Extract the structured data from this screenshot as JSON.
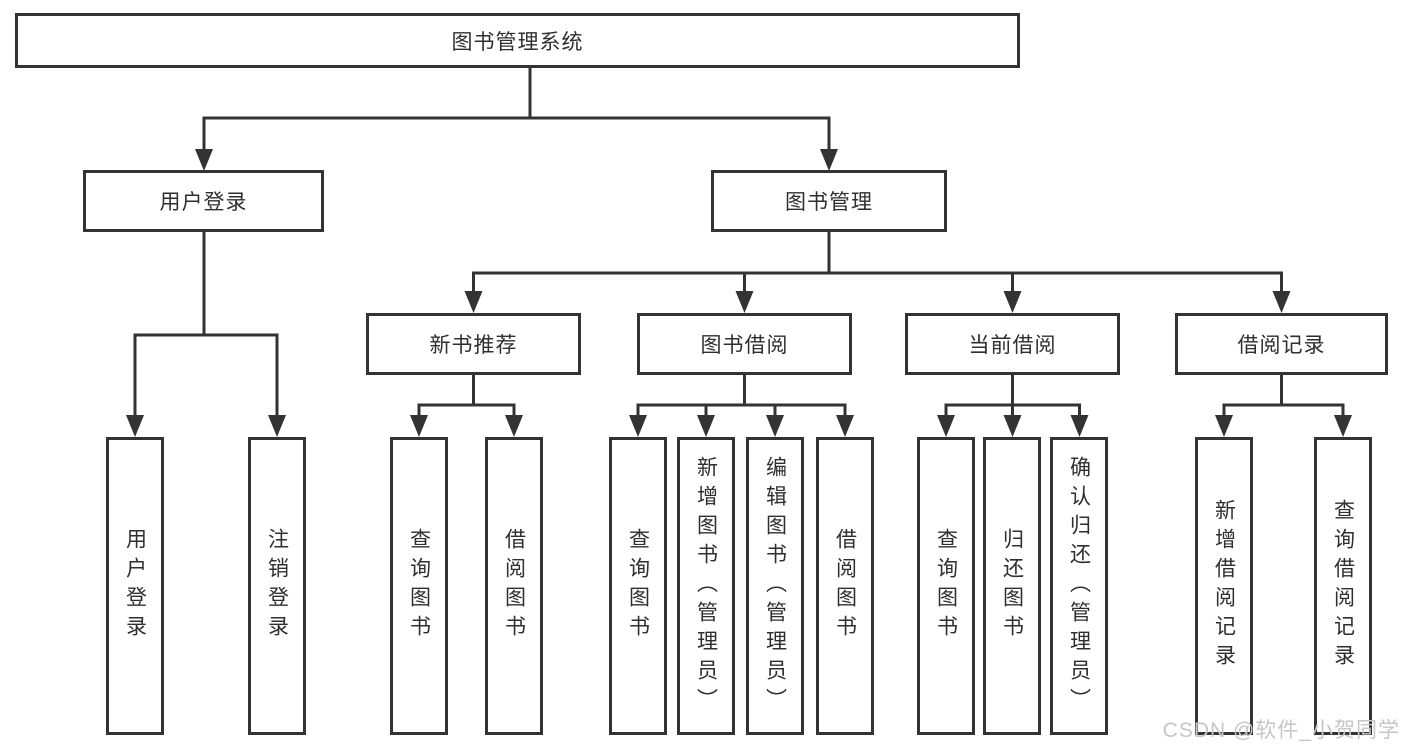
{
  "colors": {
    "line": "#333333",
    "text": "#2f2f2f",
    "background": "#ffffff",
    "watermark": "#c6c6ca"
  },
  "diagram": {
    "title": "图书管理系统",
    "root": {
      "label": "图书管理系统"
    },
    "level2": [
      {
        "label": "用户登录"
      },
      {
        "label": "图书管理"
      }
    ],
    "level3": [
      {
        "label": "新书推荐"
      },
      {
        "label": "图书借阅"
      },
      {
        "label": "当前借阅"
      },
      {
        "label": "借阅记录"
      }
    ],
    "leaves": {
      "user_login": [
        "用户登录",
        "注销登录"
      ],
      "new_book_recommend": [
        "查询图书",
        "借阅图书"
      ],
      "book_borrow": [
        "查询图书",
        "新增图书（管理员）",
        "编辑图书（管理员）",
        "借阅图书"
      ],
      "current_borrow": [
        "查询图书",
        "归还图书",
        "确认归还（管理员）"
      ],
      "borrow_records": [
        "新增借阅记录",
        "查询借阅记录"
      ]
    }
  },
  "watermark": {
    "text": "CSDN @软件_小贺同学"
  }
}
